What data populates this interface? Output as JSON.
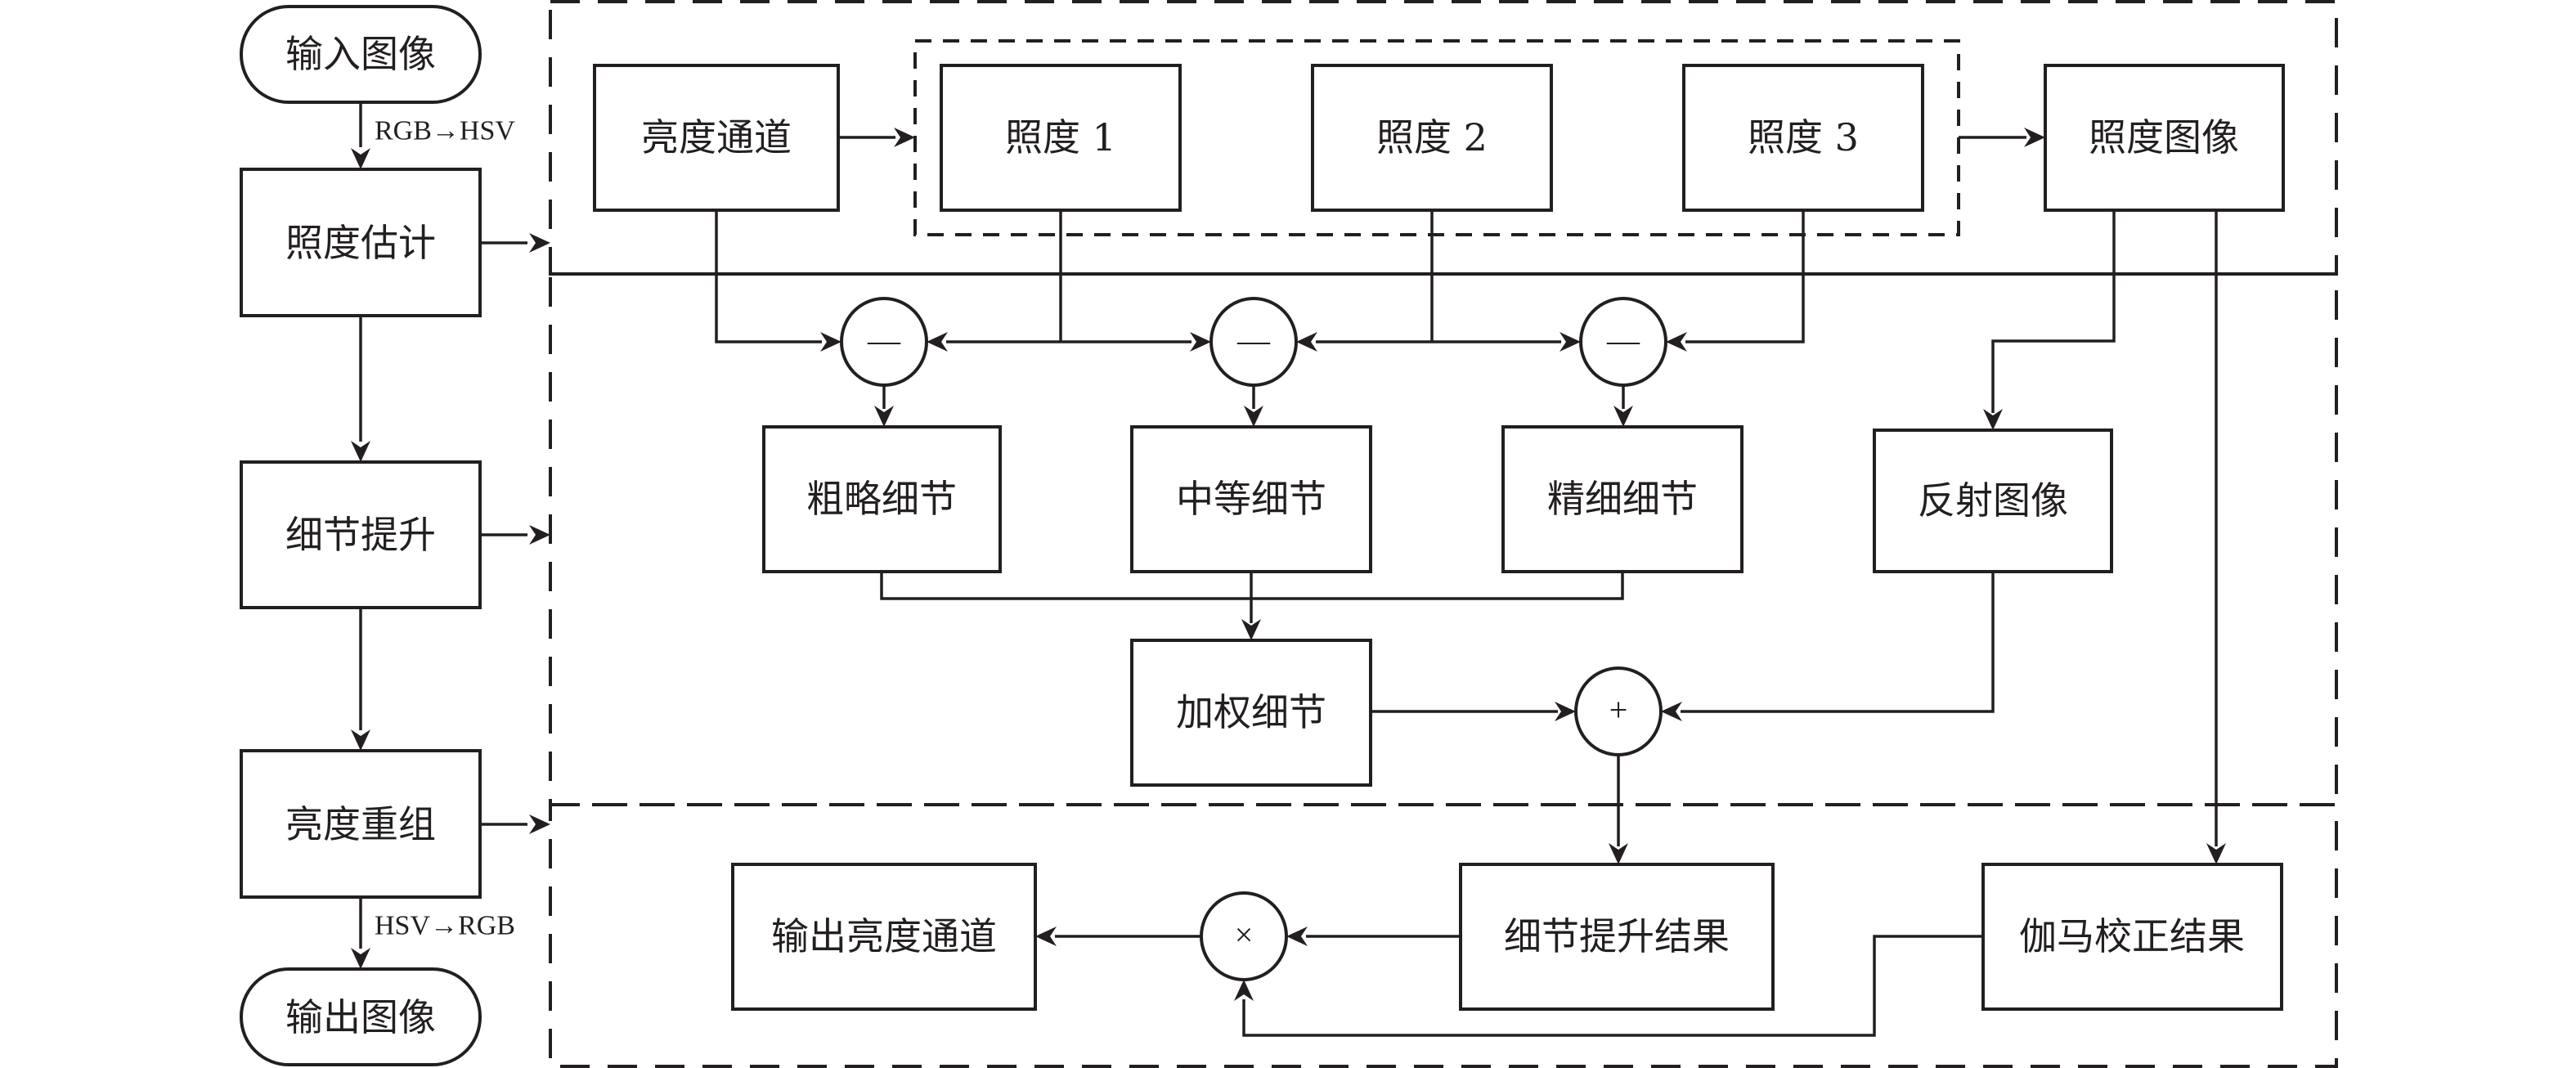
{
  "flow": {
    "input": "输入图像",
    "rgb_to_hsv": "RGB→HSV",
    "step1": "照度估计",
    "step2": "细节提升",
    "step3": "亮度重组",
    "hsv_to_rgb": "HSV→RGB",
    "output": "输出图像"
  },
  "estimation": {
    "luminance_channel": "亮度通道",
    "illum1": "照度 1",
    "illum2": "照度 2",
    "illum3": "照度 3",
    "illum_image": "照度图像"
  },
  "enhancement": {
    "minus_symbol": "—",
    "coarse": "粗略细节",
    "medium": "中等细节",
    "fine": "精细细节",
    "reflect": "反射图像",
    "weighted": "加权细节",
    "plus_symbol": "+"
  },
  "recombination": {
    "output_luminance": "输出亮度通道",
    "times_symbol": "×",
    "detail_result": "细节提升结果",
    "gamma_result": "伽马校正结果"
  },
  "colors": {
    "stroke": "#231f20",
    "background": "#ffffff"
  }
}
